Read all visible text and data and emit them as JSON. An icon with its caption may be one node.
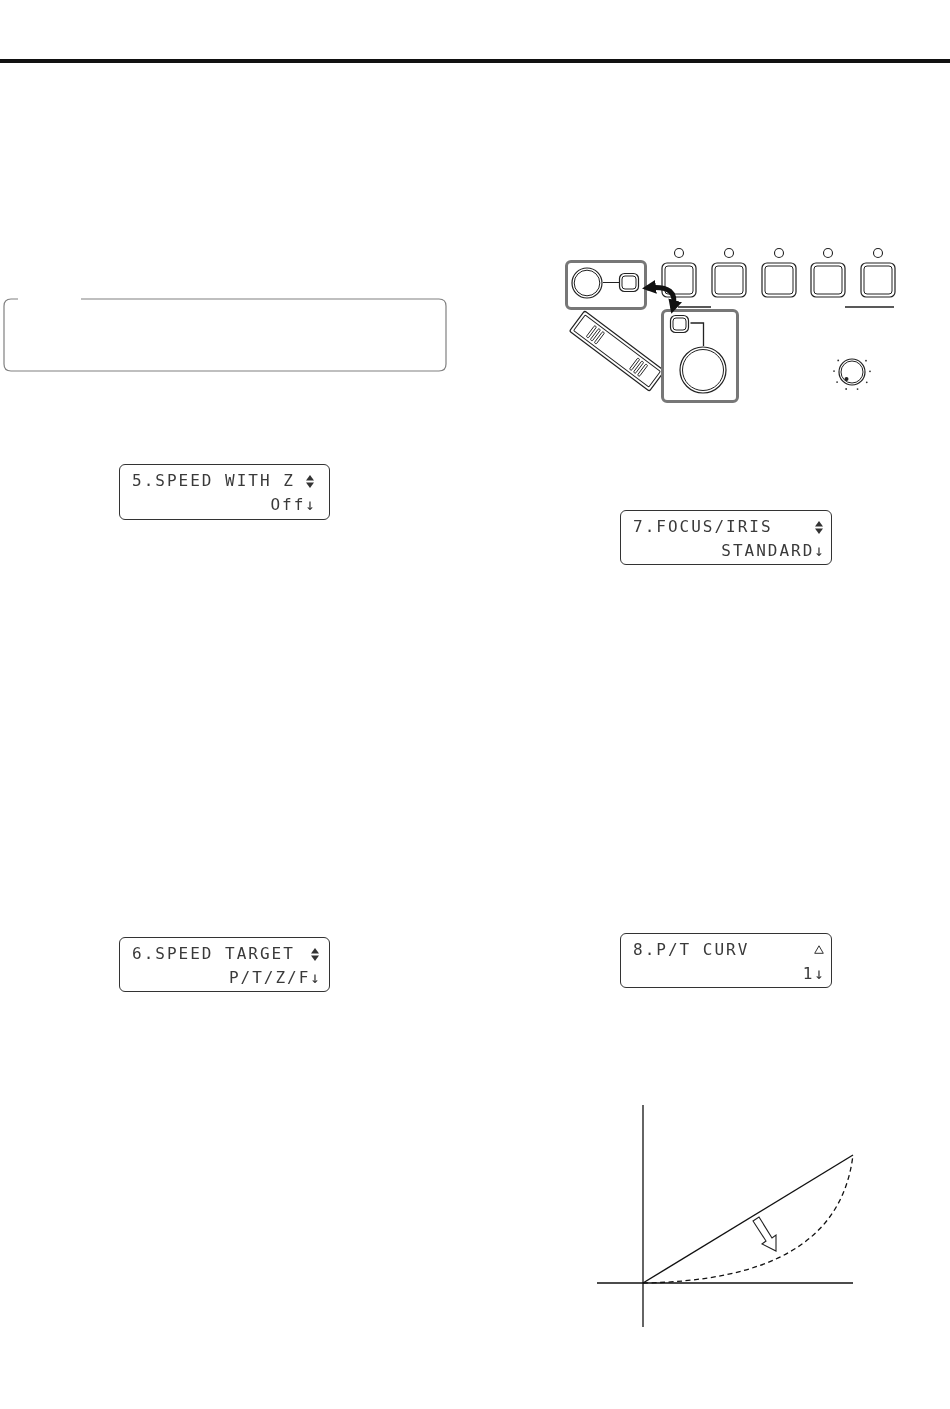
{
  "diagram": {
    "nodes": [
      {
        "text": [],
        "shape": "box"
      },
      {
        "text": [
          "5.SPEED WITH Z",
          "Off↓"
        ]
      },
      {
        "text": [
          "6.SPEED TARGET",
          "P/T/Z/F↓"
        ]
      },
      {
        "text": [],
        "shape": "box"
      },
      {
        "text": [],
        "shape": "box"
      },
      {
        "text": [
          "7.FOCUS/IRIS",
          "STANDARD↓"
        ]
      },
      {
        "text": [
          "8.P/T CURV",
          "1↓"
        ]
      }
    ],
    "edges": [
      {
        "from": 3,
        "to": 4,
        "arrow": "both"
      }
    ]
  }
}
